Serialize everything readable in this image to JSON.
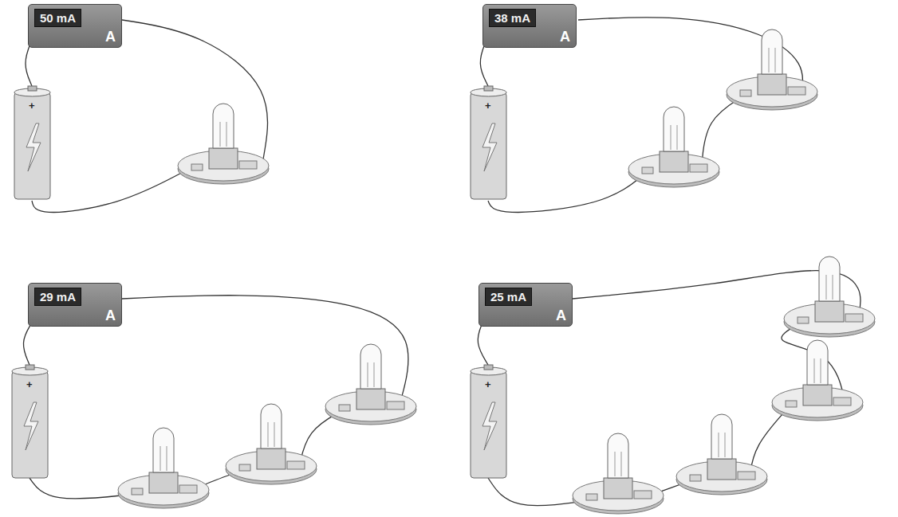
{
  "diagram": {
    "nodes": [
      {
        "text": [
          "50 mA",
          "A"
        ]
      },
      {
        "text": [
          "38 mA",
          "A"
        ]
      },
      {
        "text": [
          "29 mA",
          "A"
        ]
      },
      {
        "text": [
          "25 mA",
          "A"
        ]
      }
    ],
    "labels": [
      "+",
      "+",
      "+",
      "+"
    ]
  }
}
